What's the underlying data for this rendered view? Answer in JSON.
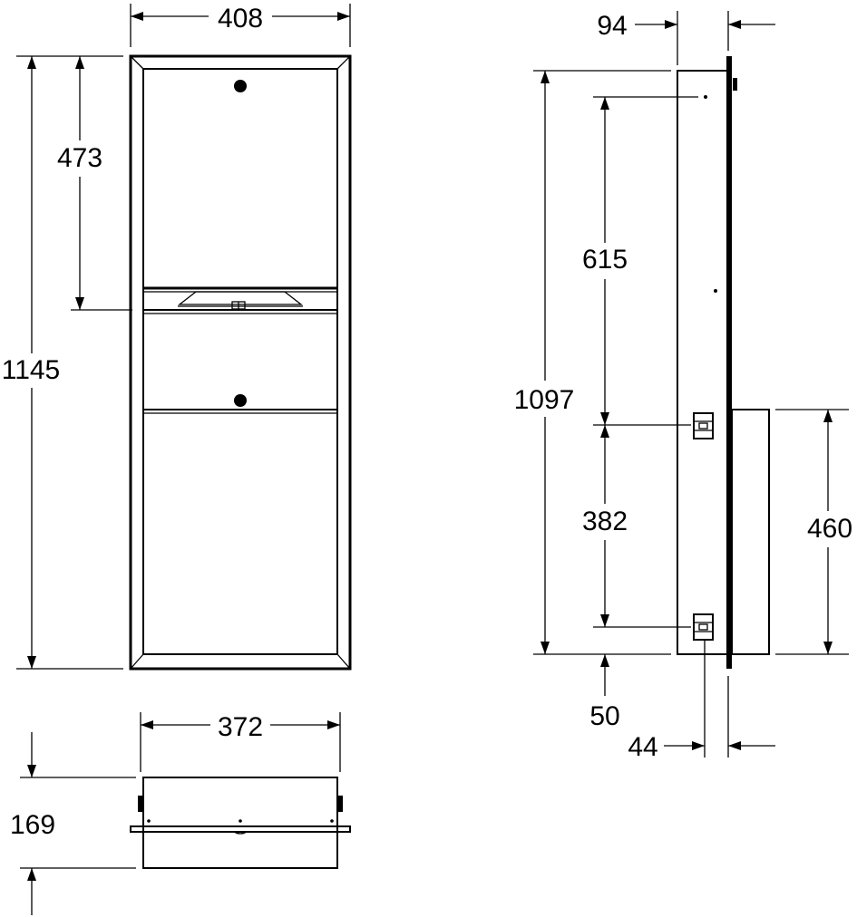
{
  "dimensions": {
    "front_width": "408",
    "front_upper_height": "473",
    "front_total_height": "1145",
    "bottom_width": "372",
    "bottom_depth": "169",
    "side_depth": "94",
    "side_height": "1097",
    "side_upper_spacing": "615",
    "side_lower_spacing": "382",
    "side_bin_height": "460",
    "side_bottom_offset": "50",
    "side_bottom_depth": "44"
  }
}
